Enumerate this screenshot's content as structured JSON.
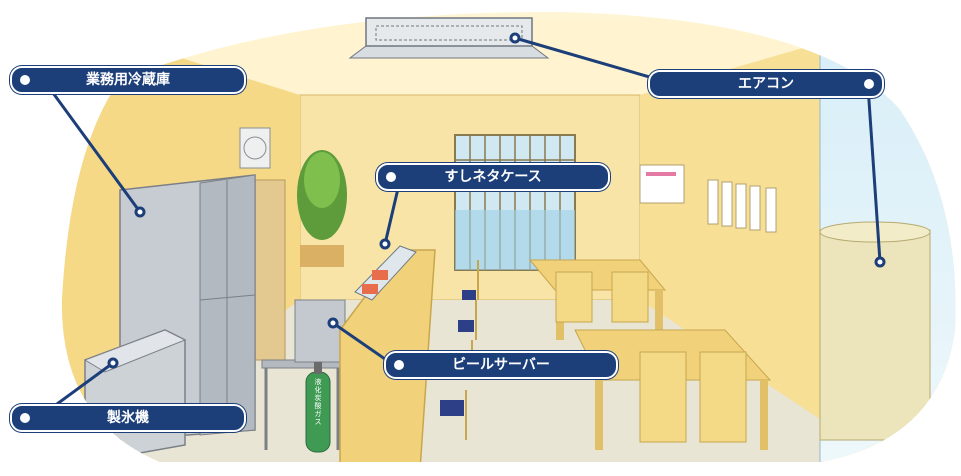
{
  "labels": {
    "refrigerator": "業務用冷蔵庫",
    "air_conditioner": "エアコン",
    "sushi_case": "すしネタケース",
    "beer_server": "ビールサーバー",
    "ice_machine": "製氷機"
  },
  "gas_cylinder_text": "液化炭酸ガス",
  "colors": {
    "label_bg": "#1c3f7a",
    "wall": "#f6dc8c",
    "floor": "#e8e4d2",
    "steel": "#b9bec4",
    "wood": "#f1d27a",
    "gas_cylinder": "#3f9a54"
  }
}
